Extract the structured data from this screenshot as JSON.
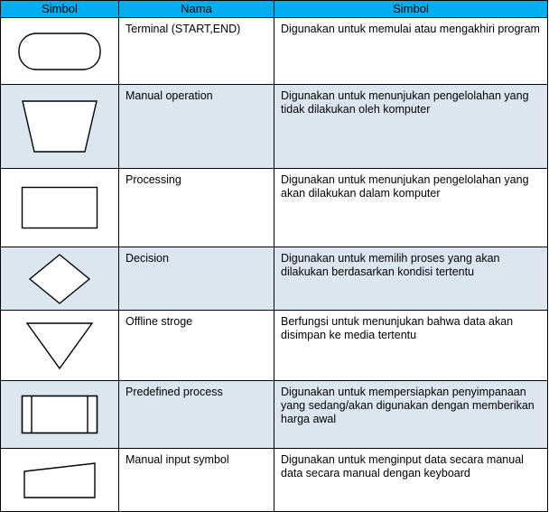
{
  "table": {
    "headers": [
      "Simbol",
      "Nama",
      "Simbol"
    ],
    "header_bg": "#00AEEF",
    "shaded_row_bg": "#dce6f1",
    "border_color": "#000000",
    "rows": [
      {
        "shape": "rounded-rectangle",
        "shape_name": "terminal-shape",
        "name": "Terminal (START,END)",
        "description": "Digunakan untuk memulai atau mengakhiri program",
        "shaded": false
      },
      {
        "shape": "inverted-trapezoid",
        "shape_name": "manual-operation-shape",
        "name": "Manual operation",
        "description": "Digunakan untuk menunjukan pengelolahan yang tidak dilakukan oleh komputer",
        "shaded": true
      },
      {
        "shape": "rectangle",
        "shape_name": "processing-shape",
        "name": "Processing",
        "description": "Digunakan untuk menunjukan pengelolahan yang akan dilakukan dalam komputer",
        "shaded": false
      },
      {
        "shape": "diamond",
        "shape_name": "decision-shape",
        "name": "Decision",
        "description": "Digunakan untuk memilih proses yang akan dilakukan berdasarkan kondisi tertentu",
        "shaded": true
      },
      {
        "shape": "down-triangle",
        "shape_name": "offline-storage-shape",
        "name": "Offline stroge",
        "description": "Berfungsi untuk menunjukan bahwa data akan disimpan ke media tertentu",
        "shaded": false
      },
      {
        "shape": "rectangle-with-side-bars",
        "shape_name": "predefined-process-shape",
        "name": "Predefined process",
        "description": "Digunakan untuk mempersiapkan penyimpanaan yang sedang/akan digunakan dengan memberikan harga awal",
        "shaded": true
      },
      {
        "shape": "slanted-top-quadrilateral",
        "shape_name": "manual-input-shape",
        "name": "Manual input symbol",
        "description": "Digunakan untuk menginput data secara manual data secara manual dengan keyboard",
        "shaded": false
      }
    ]
  }
}
